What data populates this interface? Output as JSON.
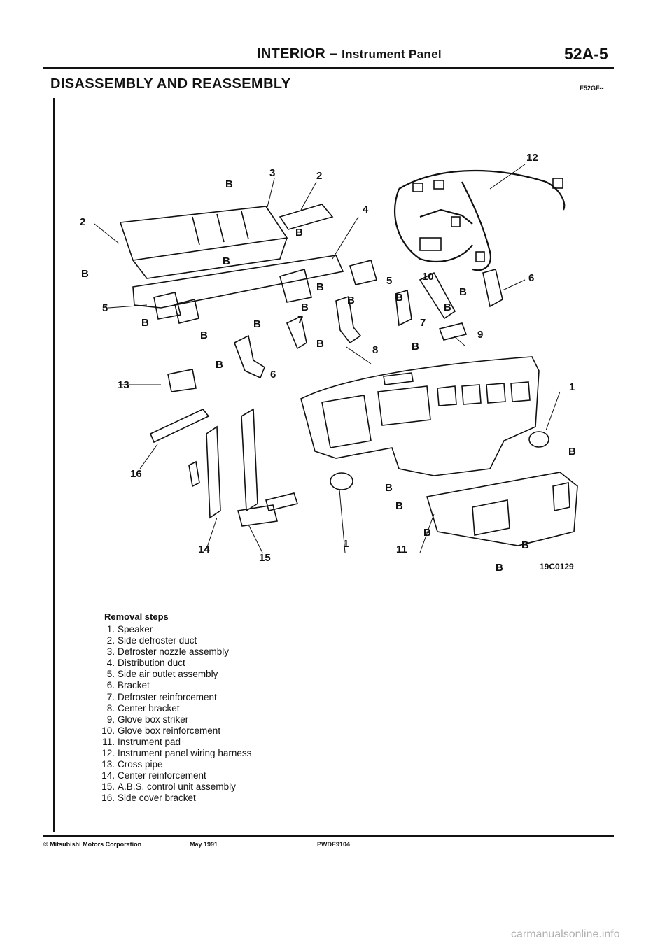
{
  "header": {
    "section": "INTERIOR",
    "dash": "–",
    "subsection": "Instrument Panel",
    "page_code": "52A-5"
  },
  "title": "DISASSEMBLY AND REASSEMBLY",
  "doc_code": "E52GF--",
  "figure": {
    "code": "19C0129",
    "callouts": [
      "12",
      "3",
      "2",
      "4",
      "2",
      "5",
      "10",
      "6",
      "7",
      "7",
      "9",
      "8",
      "5",
      "6",
      "13",
      "1",
      "16",
      "1",
      "11",
      "14",
      "15"
    ],
    "fastener_label": "B"
  },
  "removal": {
    "title": "Removal steps",
    "steps": [
      {
        "num": "1.",
        "text": "Speaker"
      },
      {
        "num": "2.",
        "text": "Side defroster duct"
      },
      {
        "num": "3.",
        "text": "Defroster nozzle assembly"
      },
      {
        "num": "4.",
        "text": "Distribution duct"
      },
      {
        "num": "5.",
        "text": "Side air outlet assembly"
      },
      {
        "num": "6.",
        "text": "Bracket"
      },
      {
        "num": "7.",
        "text": "Defroster reinforcement"
      },
      {
        "num": "8.",
        "text": "Center bracket"
      },
      {
        "num": "9.",
        "text": "Glove box striker"
      },
      {
        "num": "10.",
        "text": "Glove box reinforcement"
      },
      {
        "num": "11.",
        "text": "Instrument pad"
      },
      {
        "num": "12.",
        "text": "Instrument panel wiring harness"
      },
      {
        "num": "13.",
        "text": "Cross pipe"
      },
      {
        "num": "14.",
        "text": "Center reinforcement"
      },
      {
        "num": "15.",
        "text": "A.B.S. control unit assembly"
      },
      {
        "num": "16.",
        "text": "Side cover bracket"
      }
    ]
  },
  "footer": {
    "copyright": "© Mitsubishi Motors Corporation",
    "date": "May 1991",
    "pub_code": "PWDE9104"
  },
  "watermark": "carmanualsonline.info"
}
